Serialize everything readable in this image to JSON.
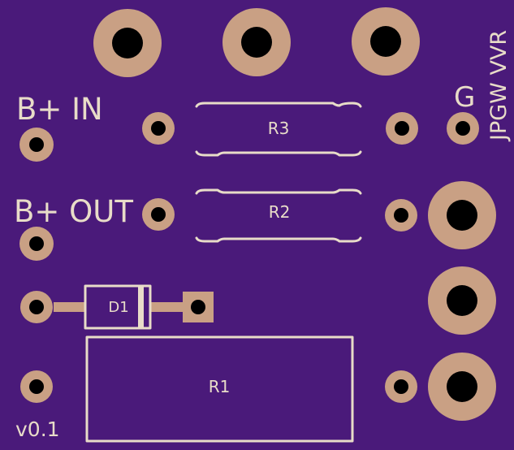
{
  "board": {
    "background_color": "#4a1a7a",
    "silkscreen_color": "#e8dcc8",
    "copper_color": "#c9a084",
    "drill_color": "#000000"
  },
  "labels": {
    "b_plus_in": "B+ IN",
    "b_plus_out": "B+ OUT",
    "ground": "G",
    "vertical_title": "JPGW VVR",
    "version": "v0.1"
  },
  "components": {
    "r3": "R3",
    "r2": "R2",
    "d1": "D1",
    "r1": "R1"
  }
}
